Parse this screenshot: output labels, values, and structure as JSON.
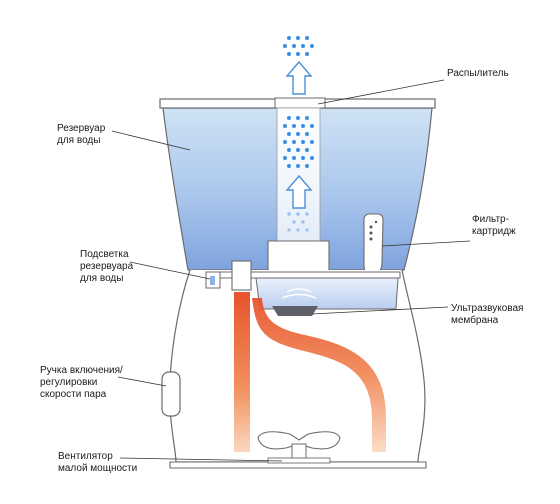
{
  "labels": {
    "sprayer": "Распылитель",
    "water_tank": "Резервуар\nдля воды",
    "filter_cartridge": "Фильтр-\nкартридж",
    "tank_backlight": "Подсветка\nрезервуара\nдля воды",
    "ultrasonic_membrane": "Ультразвуковая\nмембрана",
    "power_knob": "Ручка включения/\nрегулировки\nскорости пара",
    "fan": "Вентилятор\nмалой мощности"
  },
  "colors": {
    "water_top": "#c6dcf2",
    "water_bottom": "#6f98d8",
    "mist_dot": "#3b8fe0",
    "warm_air": "#e8502a",
    "outline": "#6b6b6b"
  }
}
